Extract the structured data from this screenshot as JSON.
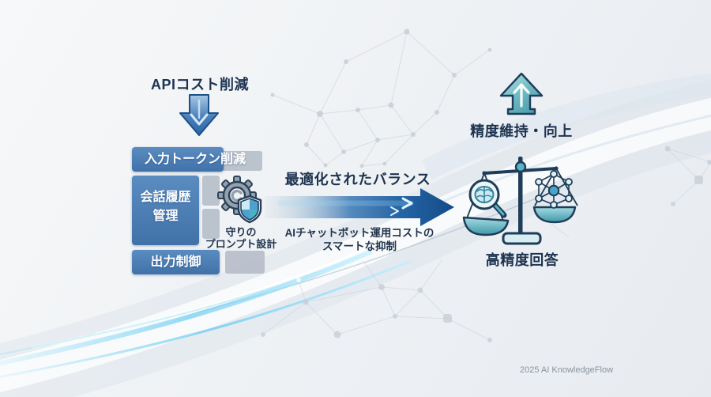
{
  "left_flow": {
    "title": "APIコスト削減",
    "input_token_label": "入力トークン削減",
    "history_line1": "会話履歴",
    "history_line2": "管理",
    "prompt_line1": "守りの",
    "prompt_line2": "プロンプト設計",
    "output_label": "出力制御"
  },
  "center": {
    "title": "最適化されたバランス",
    "caption_line1": "AIチャットボット運用コストの",
    "caption_line2": "スマートな抑制"
  },
  "right_flow": {
    "improve_label": "精度維持・向上",
    "result_label": "高精度回答"
  },
  "footer": {
    "credit": "2025 AI KnowledgeFlow"
  },
  "colors": {
    "box_blue": "#4a7db3",
    "box_gray": "#b7bec8",
    "text_navy": "#1d3350",
    "arrow_deep_blue": "#134b88",
    "teal": "#4d9fae",
    "accent_cyan": "#7fd9f5",
    "background_light": "#f2f4f6"
  },
  "icons": {
    "down_arrow": "down-arrow-icon",
    "gear": "gear-icon",
    "shield": "shield-icon",
    "right_arrow": "right-arrow-icon",
    "up_arrow": "up-arrow-icon",
    "balance_scale": "balance-scale-icon",
    "magnifier_brain": "magnifier-brain-icon",
    "network": "network-icon"
  }
}
